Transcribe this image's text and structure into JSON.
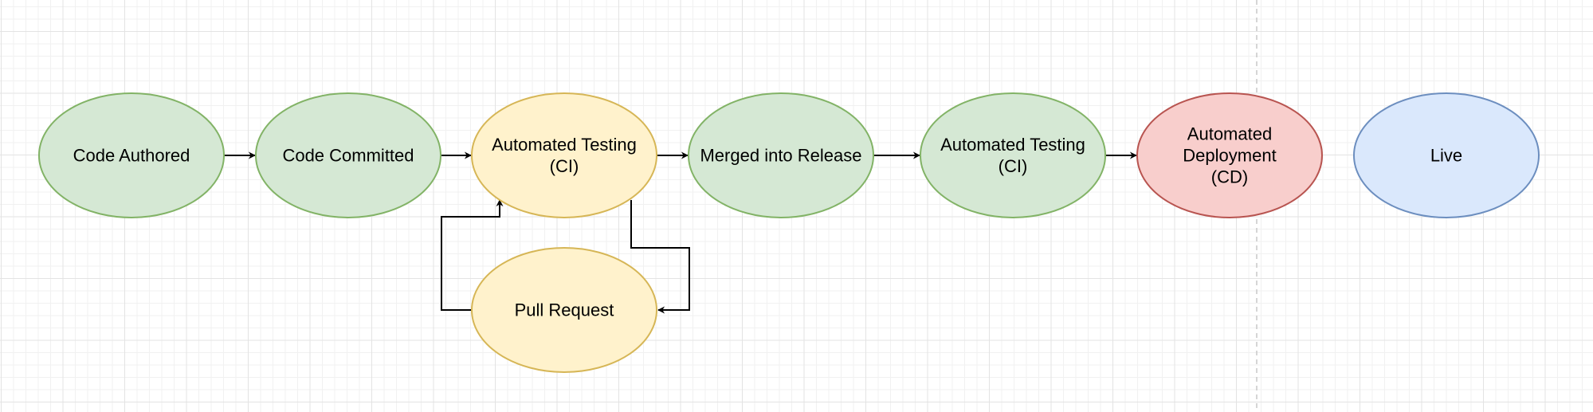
{
  "diagram": {
    "nodes": [
      {
        "id": "code-authored",
        "lines": [
          "Code Authored"
        ],
        "fill": "#d5e8d4",
        "stroke": "#82b366"
      },
      {
        "id": "code-committed",
        "lines": [
          "Code Committed"
        ],
        "fill": "#d5e8d4",
        "stroke": "#82b366"
      },
      {
        "id": "automated-testing-ci-1",
        "lines": [
          "Automated Testing",
          "(CI)"
        ],
        "fill": "#fff2cc",
        "stroke": "#d6b656"
      },
      {
        "id": "merged-into-release",
        "lines": [
          "Merged into Release"
        ],
        "fill": "#d5e8d4",
        "stroke": "#82b366"
      },
      {
        "id": "automated-testing-ci-2",
        "lines": [
          "Automated Testing",
          "(CI)"
        ],
        "fill": "#d5e8d4",
        "stroke": "#82b366"
      },
      {
        "id": "automated-deployment-cd",
        "lines": [
          "Automated",
          "Deployment",
          "(CD)"
        ],
        "fill": "#f8cecc",
        "stroke": "#b85450"
      },
      {
        "id": "live",
        "lines": [
          "Live"
        ],
        "fill": "#dae8fc",
        "stroke": "#6c8ebf"
      },
      {
        "id": "pull-request",
        "lines": [
          "Pull Request"
        ],
        "fill": "#fff2cc",
        "stroke": "#d6b656"
      }
    ],
    "edges": [
      {
        "from": "code-authored",
        "to": "code-committed"
      },
      {
        "from": "code-committed",
        "to": "automated-testing-ci-1"
      },
      {
        "from": "automated-testing-ci-1",
        "to": "merged-into-release"
      },
      {
        "from": "merged-into-release",
        "to": "automated-testing-ci-2"
      },
      {
        "from": "automated-testing-ci-2",
        "to": "automated-deployment-cd"
      },
      {
        "from": "automated-testing-ci-1",
        "to": "pull-request"
      },
      {
        "from": "pull-request",
        "to": "automated-testing-ci-1"
      }
    ],
    "edge_color": "#000000"
  }
}
